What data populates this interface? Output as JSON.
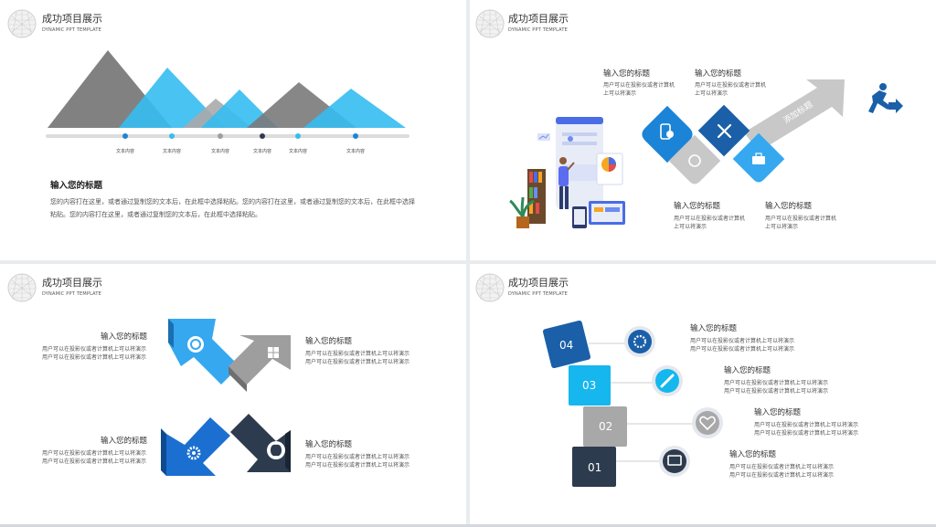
{
  "header": {
    "title": "成功项目展示",
    "subtitle": "DYNAMIC PPT TEMPLATE"
  },
  "colors": {
    "blue": "#1b84d6",
    "light_blue": "#35bdf0",
    "dark_blue": "#1a5fa8",
    "gray": "#9e9e9e",
    "dark_gray": "#7a7a7a",
    "navy": "#2d3b4e"
  },
  "slide1": {
    "timeline_labels": [
      "文本内容",
      "文本内容",
      "文本内容",
      "文本内容",
      "文本内容",
      "文本内容"
    ],
    "title": "输入您的标题",
    "body": "您的内容打在这里，或者通过复制您的文本后，在此框中选择粘贴。您的内容打在这里，或者通过复制您的文本后，在此框中选择粘贴。您的内容打在这里，或者通过复制您的文本后，在此框中选择粘贴。"
  },
  "slide2": {
    "items": [
      {
        "title": "输入您的标题",
        "body1": "用户可以在投影仪或者计算机",
        "body2": "上可以将演示"
      },
      {
        "title": "输入您的标题",
        "body1": "用户可以在投影仪或者计算机",
        "body2": "上可以将演示"
      },
      {
        "title": "输入您的标题",
        "body1": "用户可以在投影仪或者计算机",
        "body2": "上可以将演示"
      },
      {
        "title": "输入您的标题",
        "body1": "用户可以在投影仪或者计算机",
        "body2": "上可以将演示"
      }
    ],
    "arrow_label": "添加标题",
    "icons": [
      "phone-icon",
      "tools-icon",
      "brain-icon",
      "briefcase-icon",
      "runner-exit-icon"
    ]
  },
  "slide3": {
    "items": [
      {
        "title": "输入您的标题",
        "body1": "用户可以在投影仪或者计算机上可以将演示",
        "body2": "用户可以在投影仪或者计算机上可以将演示"
      },
      {
        "title": "输入您的标题",
        "body1": "用户可以在投影仪或者计算机上可以将演示",
        "body2": "用户可以在投影仪或者计算机上可以将演示"
      },
      {
        "title": "输入您的标题",
        "body1": "用户可以在投影仪或者计算机上可以将演示",
        "body2": "用户可以在投影仪或者计算机上可以将演示"
      },
      {
        "title": "输入您的标题",
        "body1": "用户可以在投影仪或者计算机上可以将演示",
        "body2": "用户可以在投影仪或者计算机上可以将演示"
      }
    ],
    "icons": [
      "aperture-icon",
      "windows-icon",
      "gear-icon",
      "apple-icon"
    ]
  },
  "slide4": {
    "numbers": [
      "04",
      "03",
      "02",
      "01"
    ],
    "items": [
      {
        "title": "输入您的标题",
        "body1": "用户可以在投影仪或者计算机上可以将演示",
        "body2": "用户可以在投影仪或者计算机上可以将演示"
      },
      {
        "title": "输入您的标题",
        "body1": "用户可以在投影仪或者计算机上可以将演示",
        "body2": "用户可以在投影仪或者计算机上可以将演示"
      },
      {
        "title": "输入您的标题",
        "body1": "用户可以在投影仪或者计算机上可以将演示",
        "body2": "用户可以在投影仪或者计算机上可以将演示"
      },
      {
        "title": "输入您的标题",
        "body1": "用户可以在投影仪或者计算机上可以将演示",
        "body2": "用户可以在投影仪或者计算机上可以将演示"
      }
    ],
    "icons": [
      "gear-icon",
      "pen-icon",
      "heart-icon",
      "monitor-icon"
    ]
  }
}
